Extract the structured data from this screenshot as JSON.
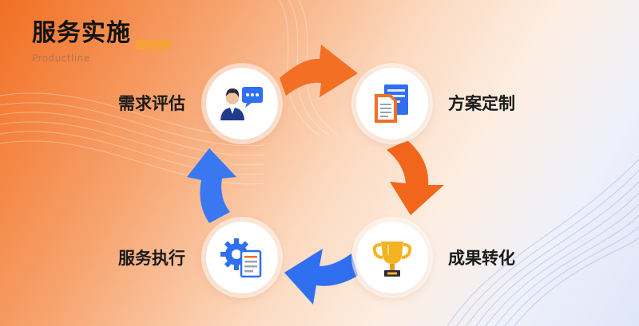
{
  "header": {
    "title": "服务实施",
    "subtitle": "Productline"
  },
  "steps": [
    {
      "label": "需求评估",
      "icon": "person-chat-icon"
    },
    {
      "label": "方案定制",
      "icon": "documents-icon"
    },
    {
      "label": "成果转化",
      "icon": "trophy-icon"
    },
    {
      "label": "服务执行",
      "icon": "gear-document-icon"
    }
  ],
  "colors": {
    "accent_orange": "#f26f23",
    "accent_blue": "#2f6ff0",
    "title_underline": "#f6a13a"
  }
}
